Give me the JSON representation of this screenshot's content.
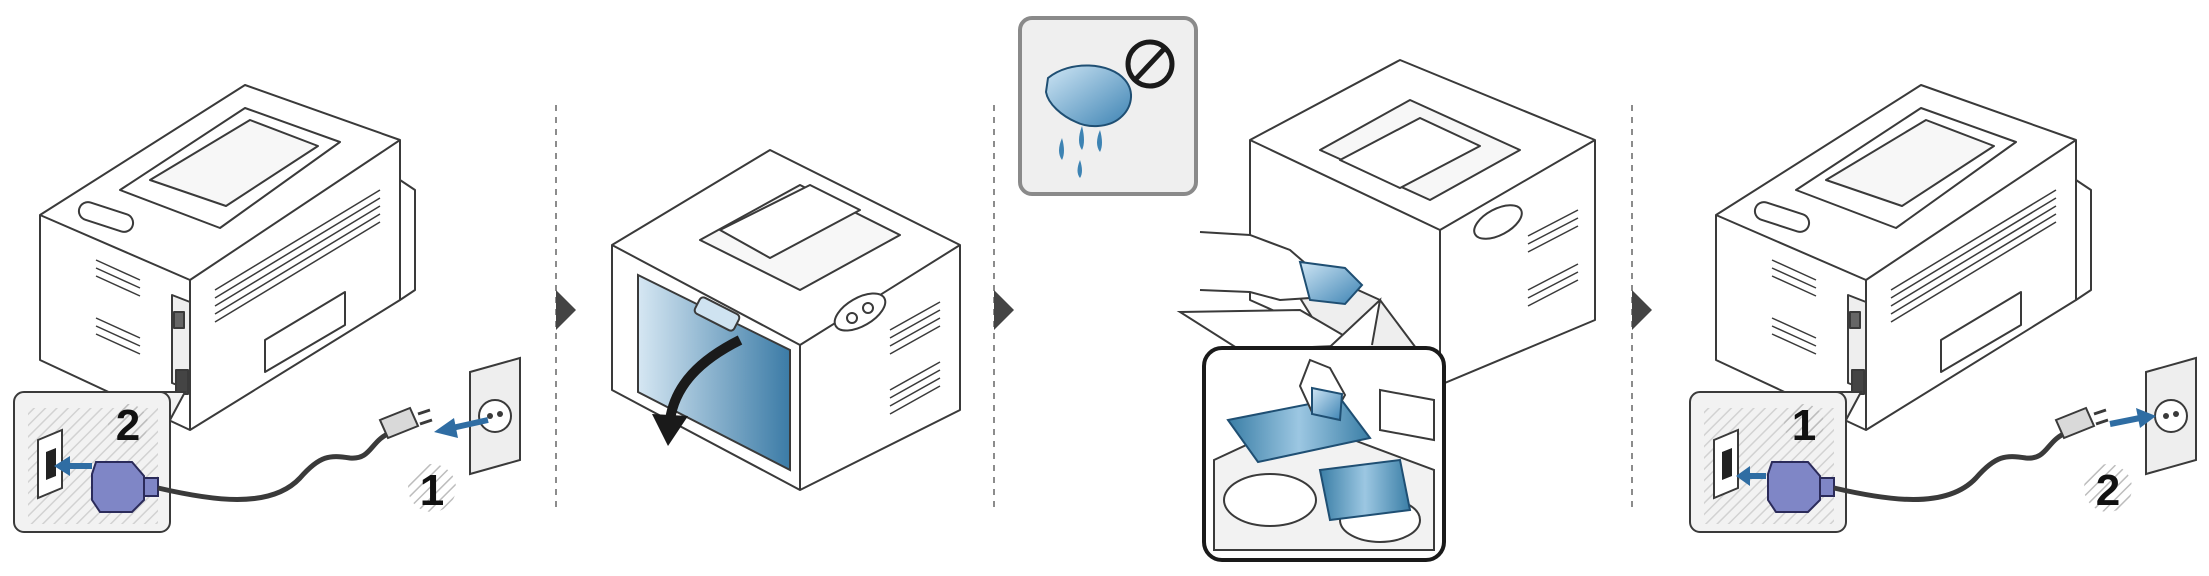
{
  "panels": [
    {
      "id": "unplug",
      "callouts": [
        {
          "text": "2"
        },
        {
          "text": "1"
        }
      ]
    },
    {
      "id": "open-cover",
      "callouts": []
    },
    {
      "id": "wipe-interior",
      "callouts": []
    },
    {
      "id": "plug-in",
      "callouts": [
        {
          "text": "1"
        },
        {
          "text": "2"
        }
      ]
    }
  ],
  "icons": {
    "step_arrow": "triangle-arrow-right-icon",
    "warning": "no-wet-cloth-icon",
    "outlet": "wall-outlet-icon",
    "plug": "power-plug-icon"
  },
  "colors": {
    "accent_blue": "#2f6da3",
    "cover_blue_light": "#cfe3f1",
    "cover_blue_dark": "#3f7faa",
    "line": "#3a3a3a",
    "divider": "#666666",
    "callout_bg": "#f2f2f2"
  }
}
